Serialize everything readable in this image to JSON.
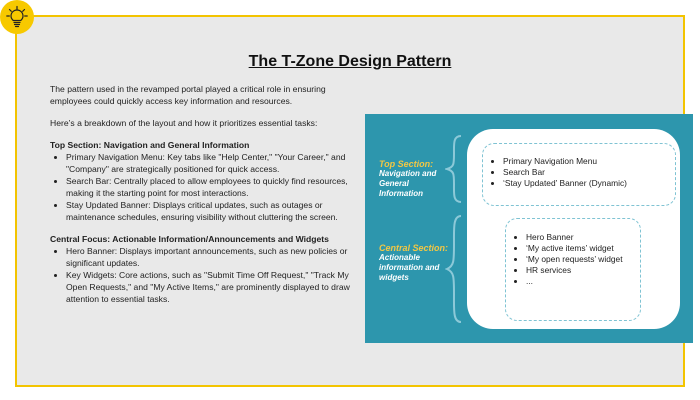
{
  "title": "The T-Zone Design Pattern",
  "intro": "The pattern used in the revamped portal played a critical role in ensuring employees could quickly access key information and resources.",
  "breakdown": "Here’s a breakdown of the layout and how it prioritizes essential tasks:",
  "section_top": {
    "heading": "Top Section: Navigation and General Information",
    "items": [
      "Primary Navigation Menu: Key tabs like \"Help Center,\" \"Your Career,\" and \"Company\" are strategically positioned for quick access.",
      "Search Bar: Centrally placed to allow employees to quickly find resources, making it the starting point for most interactions.",
      "Stay Updated Banner: Displays critical updates, such as outages or maintenance schedules, ensuring visibility without cluttering the screen."
    ]
  },
  "section_central": {
    "heading": "Central Focus: Actionable Information/Announcements and Widgets",
    "items": [
      "Hero Banner: Displays important announcements, such as new policies or significant updates.",
      "Key Widgets: Core actions, such as \"Submit Time Off Request,\" \"Track My Open Requests,\" and \"My Active Items,\" are prominently displayed to draw attention to essential tasks."
    ]
  },
  "diagram": {
    "top_label_head": "Top Section:",
    "top_label_sub": "Navigation and General Information",
    "central_label_head": "Central Section:",
    "central_label_sub": "Actionable information and widgets",
    "top_items": [
      "Primary Navigation Menu",
      "Search Bar",
      "‘Stay Updated’ Banner (Dynamic)"
    ],
    "central_items": [
      "Hero Banner",
      "‘My active items’ widget",
      "‘My open requests’ widget",
      "HR services",
      "..."
    ]
  },
  "colors": {
    "accent_yellow": "#f7c900",
    "panel_teal": "#2d96ad",
    "label_gold": "#f2c744",
    "frame_gray": "#e9e9e9"
  },
  "icons": {
    "badge": "lightbulb-icon"
  }
}
